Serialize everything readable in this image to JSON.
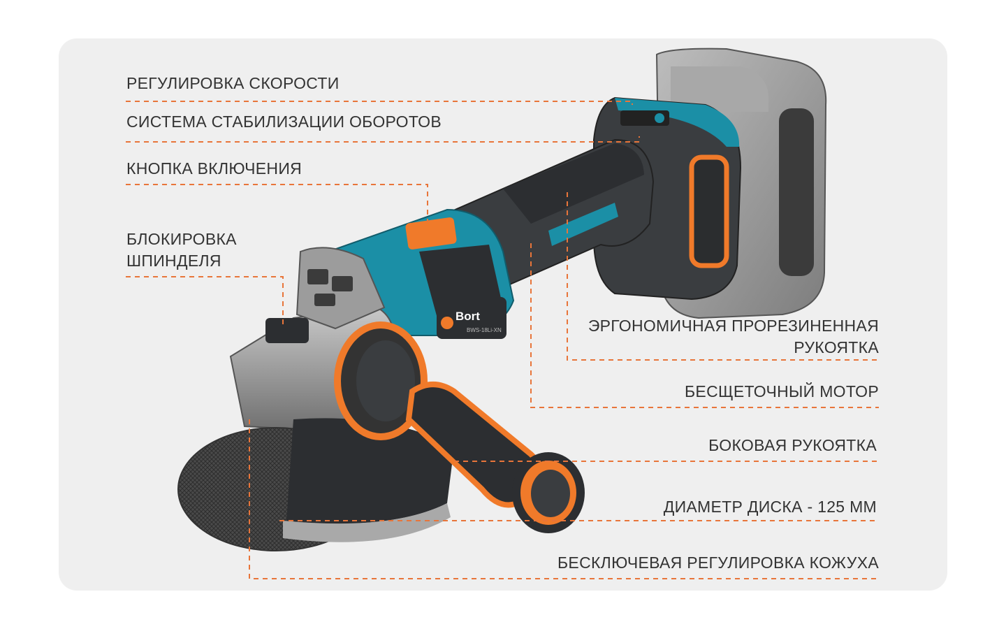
{
  "colors": {
    "panel": "#efefef",
    "leader_line": "#e8753a",
    "text": "#333333",
    "accent_orange": "#f07a2a",
    "accent_teal": "#1b8fa6",
    "body_dark": "#3a3d40"
  },
  "brand": {
    "logo_text": "Bort",
    "model_text": "BWS-18Li-XN"
  },
  "labels": {
    "speed_control": "РЕГУЛИРОВКА СКОРОСТИ",
    "rpm_stabilization": "СИСТЕМА СТАБИЛИЗАЦИИ ОБОРОТОВ",
    "power_button": "КНОПКА ВКЛЮЧЕНИЯ",
    "spindle_lock_line1": "БЛОКИРОВКА",
    "spindle_lock_line2": "ШПИНДЕЛЯ",
    "ergonomic_handle_line1": "ЭРГОНОМИЧНАЯ ПРОРЕЗИНЕННАЯ",
    "ergonomic_handle_line2": "РУКОЯТКА",
    "brushless_motor": "БЕСЩЕТОЧНЫЙ МОТОР",
    "side_handle": "БОКОВАЯ РУКОЯТКА",
    "disc_diameter": "ДИАМЕТР ДИСКА - 125 ММ",
    "keyless_guard": "БЕСКЛЮЧЕВАЯ РЕГУЛИРОВКА КОЖУХА"
  }
}
